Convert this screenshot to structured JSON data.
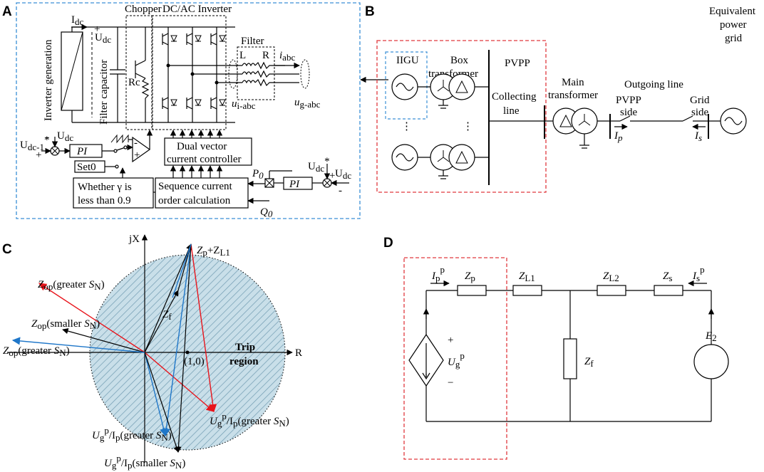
{
  "panels": {
    "a": "A",
    "b": "B",
    "c": "C",
    "d": "D"
  },
  "colors": {
    "blue_dash": "#3a8fd6",
    "red_dash": "#e0393e",
    "red_vector": "#e8141b",
    "blue_vector": "#1f77c9",
    "trip_fill": "#b7d4e3"
  },
  "panel_a": {
    "idc": "I",
    "idc_sub": "dc",
    "udc_top": "U",
    "udc_top_sub": "dc",
    "chopper": "Chopper",
    "inverter": "DC/AC Inverter",
    "filter": "Filter",
    "inverter_generation": "Inverter generation",
    "filter_capacitor": "Filter capacitor",
    "rc": "Rc",
    "filter_l": "L",
    "filter_r": "R",
    "iabc": "i",
    "iabc_sub": "abc",
    "ui_abc": "u",
    "ui_abc_sub": "i-abc",
    "ug_abc": "u",
    "ug_abc_sub": "g-abc",
    "udc_ref": "U",
    "udc_ref_sub": "dc-1",
    "udc_ref_star": "*",
    "udc_fb": "U",
    "udc_fb_sub": "dc",
    "pi1": "PI",
    "pi2": "PI",
    "set0": "Set0",
    "dual_vector_1": "Dual vector",
    "dual_vector_2": "current controller",
    "whether_1": "Whether  γ is",
    "whether_2": "less than 0.9",
    "sequence_1": "Sequence current",
    "sequence_2": "order calculation",
    "p0": "P",
    "p0_sub": "0",
    "q0": "Q",
    "q0_sub": "0",
    "udc_star": "U",
    "udc_star_sub": "dc",
    "udc_star_mark": "*",
    "udc_right": "U",
    "udc_right_sub": "dc",
    "plus": "+",
    "minus": "-"
  },
  "panel_b": {
    "iigu": "IIGU",
    "box_1": "Box",
    "box_2": "transformer",
    "pvpp": "PVPP",
    "collecting_1": "Collecting",
    "collecting_2": "line",
    "main_1": "Main",
    "main_2": "transformer",
    "outgoing": "Outgoing line",
    "pvpp_side_1": "PVPP",
    "pvpp_side_2": "side",
    "grid_side_1": "Grid",
    "grid_side_2": "side",
    "equiv_1": "Equivalent",
    "equiv_2": "power",
    "equiv_3": "grid",
    "ip": "I",
    "ip_sub": "p",
    "is": "I",
    "is_sub": "s",
    "dots": "⋮"
  },
  "panel_c": {
    "jx": "jX",
    "r": "R",
    "trip_1": "Trip",
    "trip_2": "region",
    "origin_mark": "(1,0)",
    "zp_zl1": "Z",
    "zp_zl1_sub1": "p",
    "zp_zl1_plus": "+Z",
    "zp_zl1_sub2": "L1",
    "zf": "Z",
    "zf_sub": "f",
    "zop_greater_1": "Z",
    "zop_greater_1_sub": "op",
    "zop_greater_1_text": "(greater ",
    "zop_greater_1_s": "S",
    "zop_greater_1_ssub": "N",
    "zop_greater_1_end": ")",
    "zop_smaller": "Z",
    "zop_smaller_sub": "op",
    "zop_smaller_text": "(smaller ",
    "zop_smaller_s": "S",
    "zop_smaller_ssub": "N",
    "zop_smaller_end": ")",
    "zop_greater_2": "Z",
    "zop_greater_2_sub": "op",
    "zop_greater_2_text": "(greater ",
    "zop_greater_2_s": "S",
    "zop_greater_2_ssub": "N",
    "zop_greater_2_end": ")",
    "ugip_red": "U",
    "ugip_red_text": "/I",
    "ugip_red_label": "(greater ",
    "ugip_red_s": "S",
    "ugip_red_ssub": "N",
    "ugip_red_end": ")",
    "ugip_blue": "U",
    "ugip_blue_text": "/I",
    "ugip_blue_label": "(greater ",
    "ugip_blue_s": "S",
    "ugip_blue_ssub": "N",
    "ugip_blue_end": ")",
    "ugip_black": "U",
    "ugip_black_text": "/I",
    "ugip_black_label": "(smaller ",
    "ugip_black_s": "S",
    "ugip_black_ssub": "N",
    "ugip_black_end": ")",
    "sub_g": "g",
    "sup_p": "p",
    "sub_p": "p"
  },
  "panel_d": {
    "ip": "I",
    "ip_sub": "p",
    "ip_sup": "p",
    "zp": "Z",
    "zp_sub": "p",
    "zl1": "Z",
    "zl1_sub": "L1",
    "zl2": "Z",
    "zl2_sub": "L2",
    "zs": "Z",
    "zs_sub": "s",
    "is": "I",
    "is_sub": "s",
    "is_sup": "p",
    "zf": "Z",
    "zf_sub": "f",
    "ug": "U",
    "ug_sub": "g",
    "ug_sup": "p",
    "e2": "E",
    "e2_sub": "2",
    "plus": "+",
    "minus": "−"
  }
}
